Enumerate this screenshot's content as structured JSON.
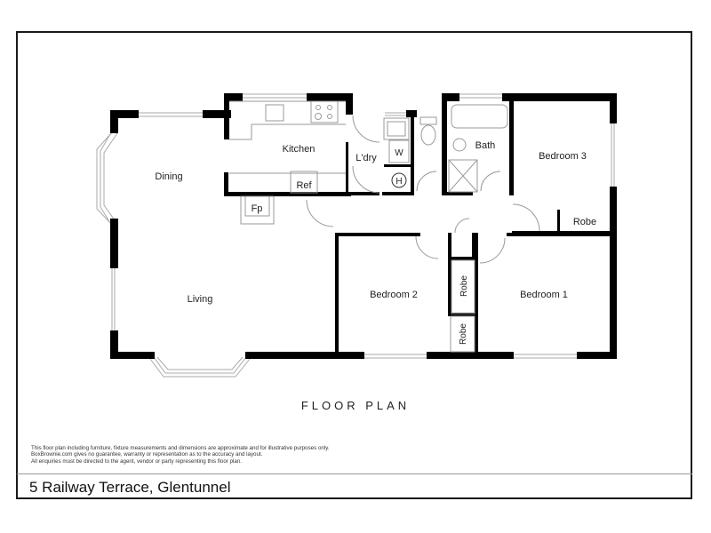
{
  "plan": {
    "title": "FLOOR PLAN",
    "rooms": {
      "dining": "Dining",
      "kitchen": "Kitchen",
      "ref": "Ref",
      "fp": "Fp",
      "laundry": "L'dry",
      "washer": "W",
      "hws": "H",
      "bath": "Bath",
      "bedroom3": "Bedroom 3",
      "robe_bed3": "Robe",
      "living": "Living",
      "bedroom2": "Bedroom 2",
      "bedroom1": "Bedroom 1",
      "robe_upper": "Robe",
      "robe_lower": "Robe"
    }
  },
  "disclaimer": {
    "lines": [
      "This floor plan including furniture, fixture measurements and dimensions are approximate and for illustrative purposes only.",
      "BoxBrownie.com gives no guarantee, warranty or representation as to the accuracy and layout.",
      "All enquiries must be directed to the agent, vendor or party representing this floor plan."
    ]
  },
  "footer": {
    "address": "5 Railway Terrace, Glentunnel"
  },
  "colors": {
    "wall": "#000000",
    "fixture": "#999999",
    "frame": "#1a1a1a"
  }
}
